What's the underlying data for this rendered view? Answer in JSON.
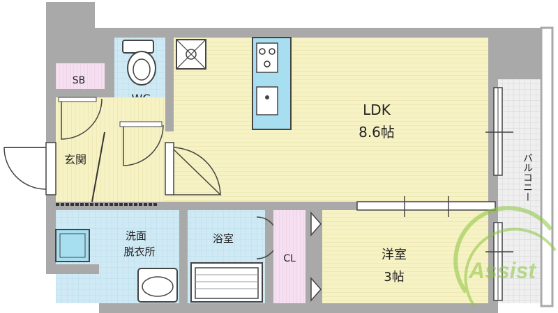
{
  "rooms": {
    "ldk": {
      "name": "LDK",
      "size": "8.6帖"
    },
    "western": {
      "name": "洋室",
      "size": "3帖"
    },
    "wc": "WC",
    "sb": "SB",
    "entrance": "玄関",
    "washroom": {
      "line1": "洗面",
      "line2": "脱衣所"
    },
    "bath": "浴室",
    "closet": "CL",
    "balcony": "バルコニー"
  },
  "watermark": "Assist",
  "colors": {
    "wall": "#a9a9a9",
    "ldk_floor": "#f6f2c4",
    "western_floor": "#f6f2c4",
    "entrance_floor": "#f6f2c4",
    "wet_area": "#cfeaf5",
    "storage": "#f5dff0",
    "balcony": "#ececec",
    "fixture_blue": "#a8dff0",
    "watermark_green": "#8cc63f"
  }
}
